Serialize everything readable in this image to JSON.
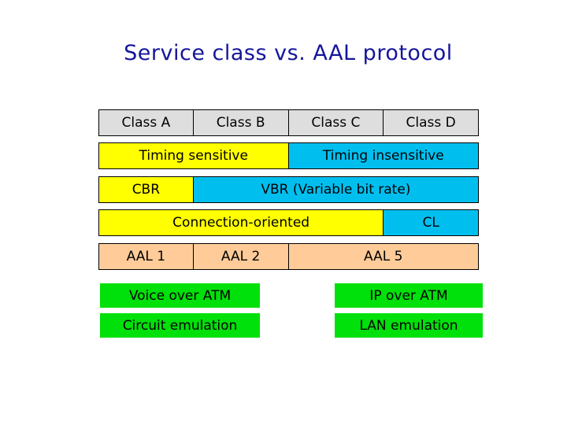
{
  "slide": {
    "title": "Service class vs. AAL protocol",
    "background": "#FFFFFF",
    "colors": {
      "title_text": "#15159B",
      "class_row_bg": "#DEDEDE",
      "timing_sensitive_bg": "#FFFF00",
      "timing_insensitive_bg": "#00BFEF",
      "aal_row_bg": "#FFCC99",
      "application_box_bg": "#00E00A",
      "cell_border": "#000000",
      "cell_text": "#000000"
    }
  },
  "table": {
    "classes": [
      "Class A",
      "Class B",
      "Class C",
      "Class D"
    ],
    "timing": {
      "sensitive": "Timing sensitive",
      "insensitive": "Timing insensitive"
    },
    "bit_rate": {
      "cbr": "CBR",
      "vbr": "VBR (Variable bit rate)"
    },
    "connection": {
      "oriented": "Connection-oriented",
      "connectionless": "CL"
    },
    "aal": [
      "AAL 1",
      "AAL 2",
      "AAL 5"
    ]
  },
  "applications": {
    "left": [
      "Voice over ATM",
      "Circuit emulation"
    ],
    "right": [
      "IP over ATM",
      "LAN emulation"
    ]
  }
}
